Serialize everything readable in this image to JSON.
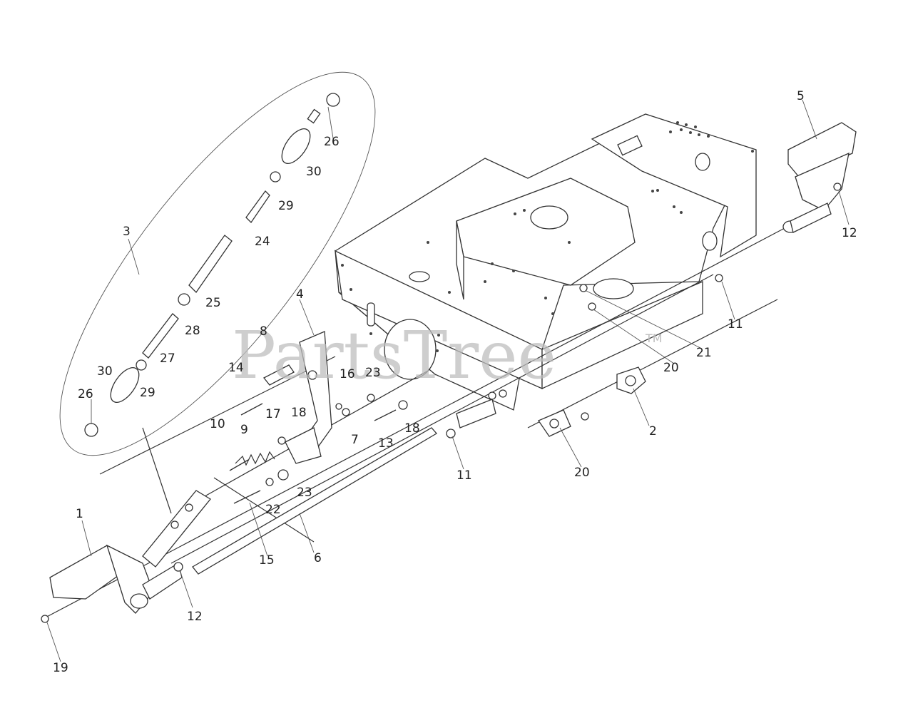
{
  "watermark": {
    "text": "PartsTree",
    "tm": "TM"
  },
  "callouts": [
    {
      "id": "c1",
      "text": "1"
    },
    {
      "id": "c2",
      "text": "2"
    },
    {
      "id": "c3",
      "text": "3"
    },
    {
      "id": "c4",
      "text": "4"
    },
    {
      "id": "c5",
      "text": "5"
    },
    {
      "id": "c6",
      "text": "6"
    },
    {
      "id": "c7",
      "text": "7"
    },
    {
      "id": "c8",
      "text": "8"
    },
    {
      "id": "c9",
      "text": "9"
    },
    {
      "id": "c10",
      "text": "10"
    },
    {
      "id": "c11a",
      "text": "11"
    },
    {
      "id": "c11b",
      "text": "11"
    },
    {
      "id": "c12a",
      "text": "12"
    },
    {
      "id": "c12b",
      "text": "12"
    },
    {
      "id": "c13",
      "text": "13"
    },
    {
      "id": "c14",
      "text": "14"
    },
    {
      "id": "c15",
      "text": "15"
    },
    {
      "id": "c16",
      "text": "16"
    },
    {
      "id": "c17",
      "text": "17"
    },
    {
      "id": "c18a",
      "text": "18"
    },
    {
      "id": "c18b",
      "text": "18"
    },
    {
      "id": "c19",
      "text": "19"
    },
    {
      "id": "c20a",
      "text": "20"
    },
    {
      "id": "c20b",
      "text": "20"
    },
    {
      "id": "c21",
      "text": "21"
    },
    {
      "id": "c22",
      "text": "22"
    },
    {
      "id": "c23a",
      "text": "23"
    },
    {
      "id": "c23b",
      "text": "23"
    },
    {
      "id": "c24",
      "text": "24"
    },
    {
      "id": "c25",
      "text": "25"
    },
    {
      "id": "c26a",
      "text": "26"
    },
    {
      "id": "c26b",
      "text": "26"
    },
    {
      "id": "c27",
      "text": "27"
    },
    {
      "id": "c28",
      "text": "28"
    },
    {
      "id": "c29a",
      "text": "29"
    },
    {
      "id": "c29b",
      "text": "29"
    },
    {
      "id": "c30a",
      "text": "30"
    },
    {
      "id": "c30b",
      "text": "30"
    }
  ]
}
